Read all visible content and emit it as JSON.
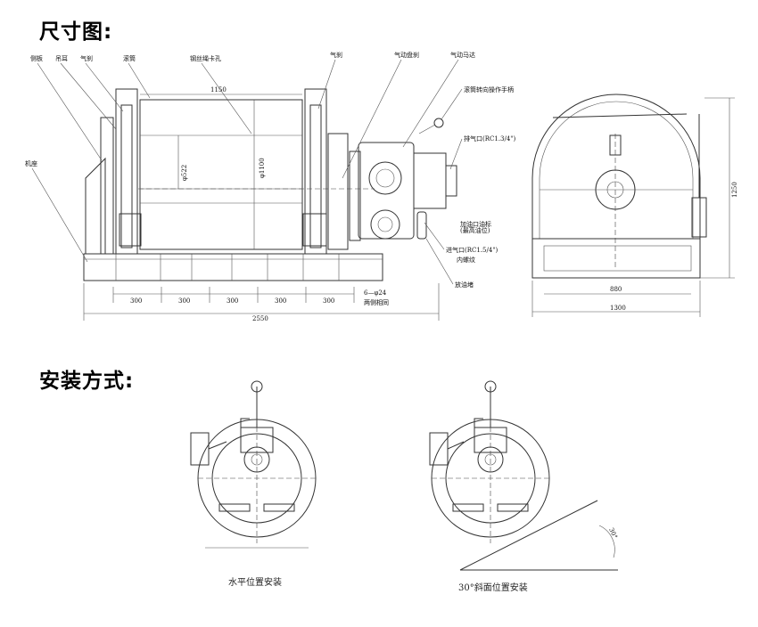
{
  "headings": {
    "dimensions": "尺寸图:",
    "installation": "安装方式:"
  },
  "side_view_labels": {
    "side_plate": "侧板",
    "lifting_lug": "吊耳",
    "air_brake_left": "气刹",
    "drum": "滚筒",
    "rope_clamp": "钢丝绳卡孔",
    "air_brake_right": "气刹",
    "air_disc_brake": "气动盘刹",
    "air_motor": "气动马达",
    "drum_reverse_handle": "滚筒转向操作手柄",
    "exhaust_port": "排气口(RC1.3/4\")",
    "base": "机座",
    "oil_note_1": "加油口油标",
    "oil_note_2": "(最高油位)",
    "intake_port": "进气口(RC1.5/4\")",
    "inner_thread": "内螺纹",
    "drain": "放油堵"
  },
  "side_view_dimensions": {
    "drum_length": "1150",
    "diameter_small": "φ522",
    "diameter_large": "φ1100",
    "spacings": [
      "300",
      "300",
      "300",
      "300",
      "300"
    ],
    "bolt_hole": "6—φ24",
    "both_sides_same": "两侧相同",
    "overall_length": "2550"
  },
  "end_view_dimensions": {
    "height": "1250",
    "inner_width": "880",
    "overall_width": "1300"
  },
  "installation": {
    "horizontal_caption": "水平位置安装",
    "inclined_caption": "30°斜面位置安装",
    "angle_label": "30°"
  }
}
